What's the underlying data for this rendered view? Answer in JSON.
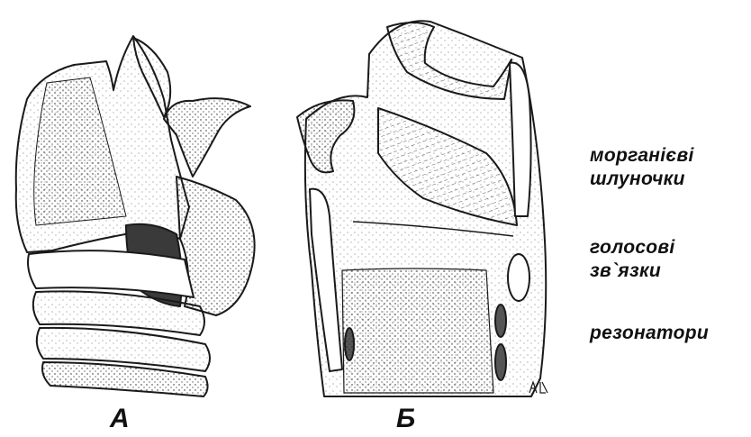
{
  "panels": {
    "a_label": "А",
    "b_label": "Б"
  },
  "legend": {
    "item1_line1": "морганієві",
    "item1_line2": "шлуночки",
    "item2_line1": "голосові",
    "item2_line2": "зв`язки",
    "item3_line1": "резонатори"
  },
  "colors": {
    "ink": "#1a1a1a",
    "background": "#ffffff",
    "shade": "#9a9a9a"
  }
}
